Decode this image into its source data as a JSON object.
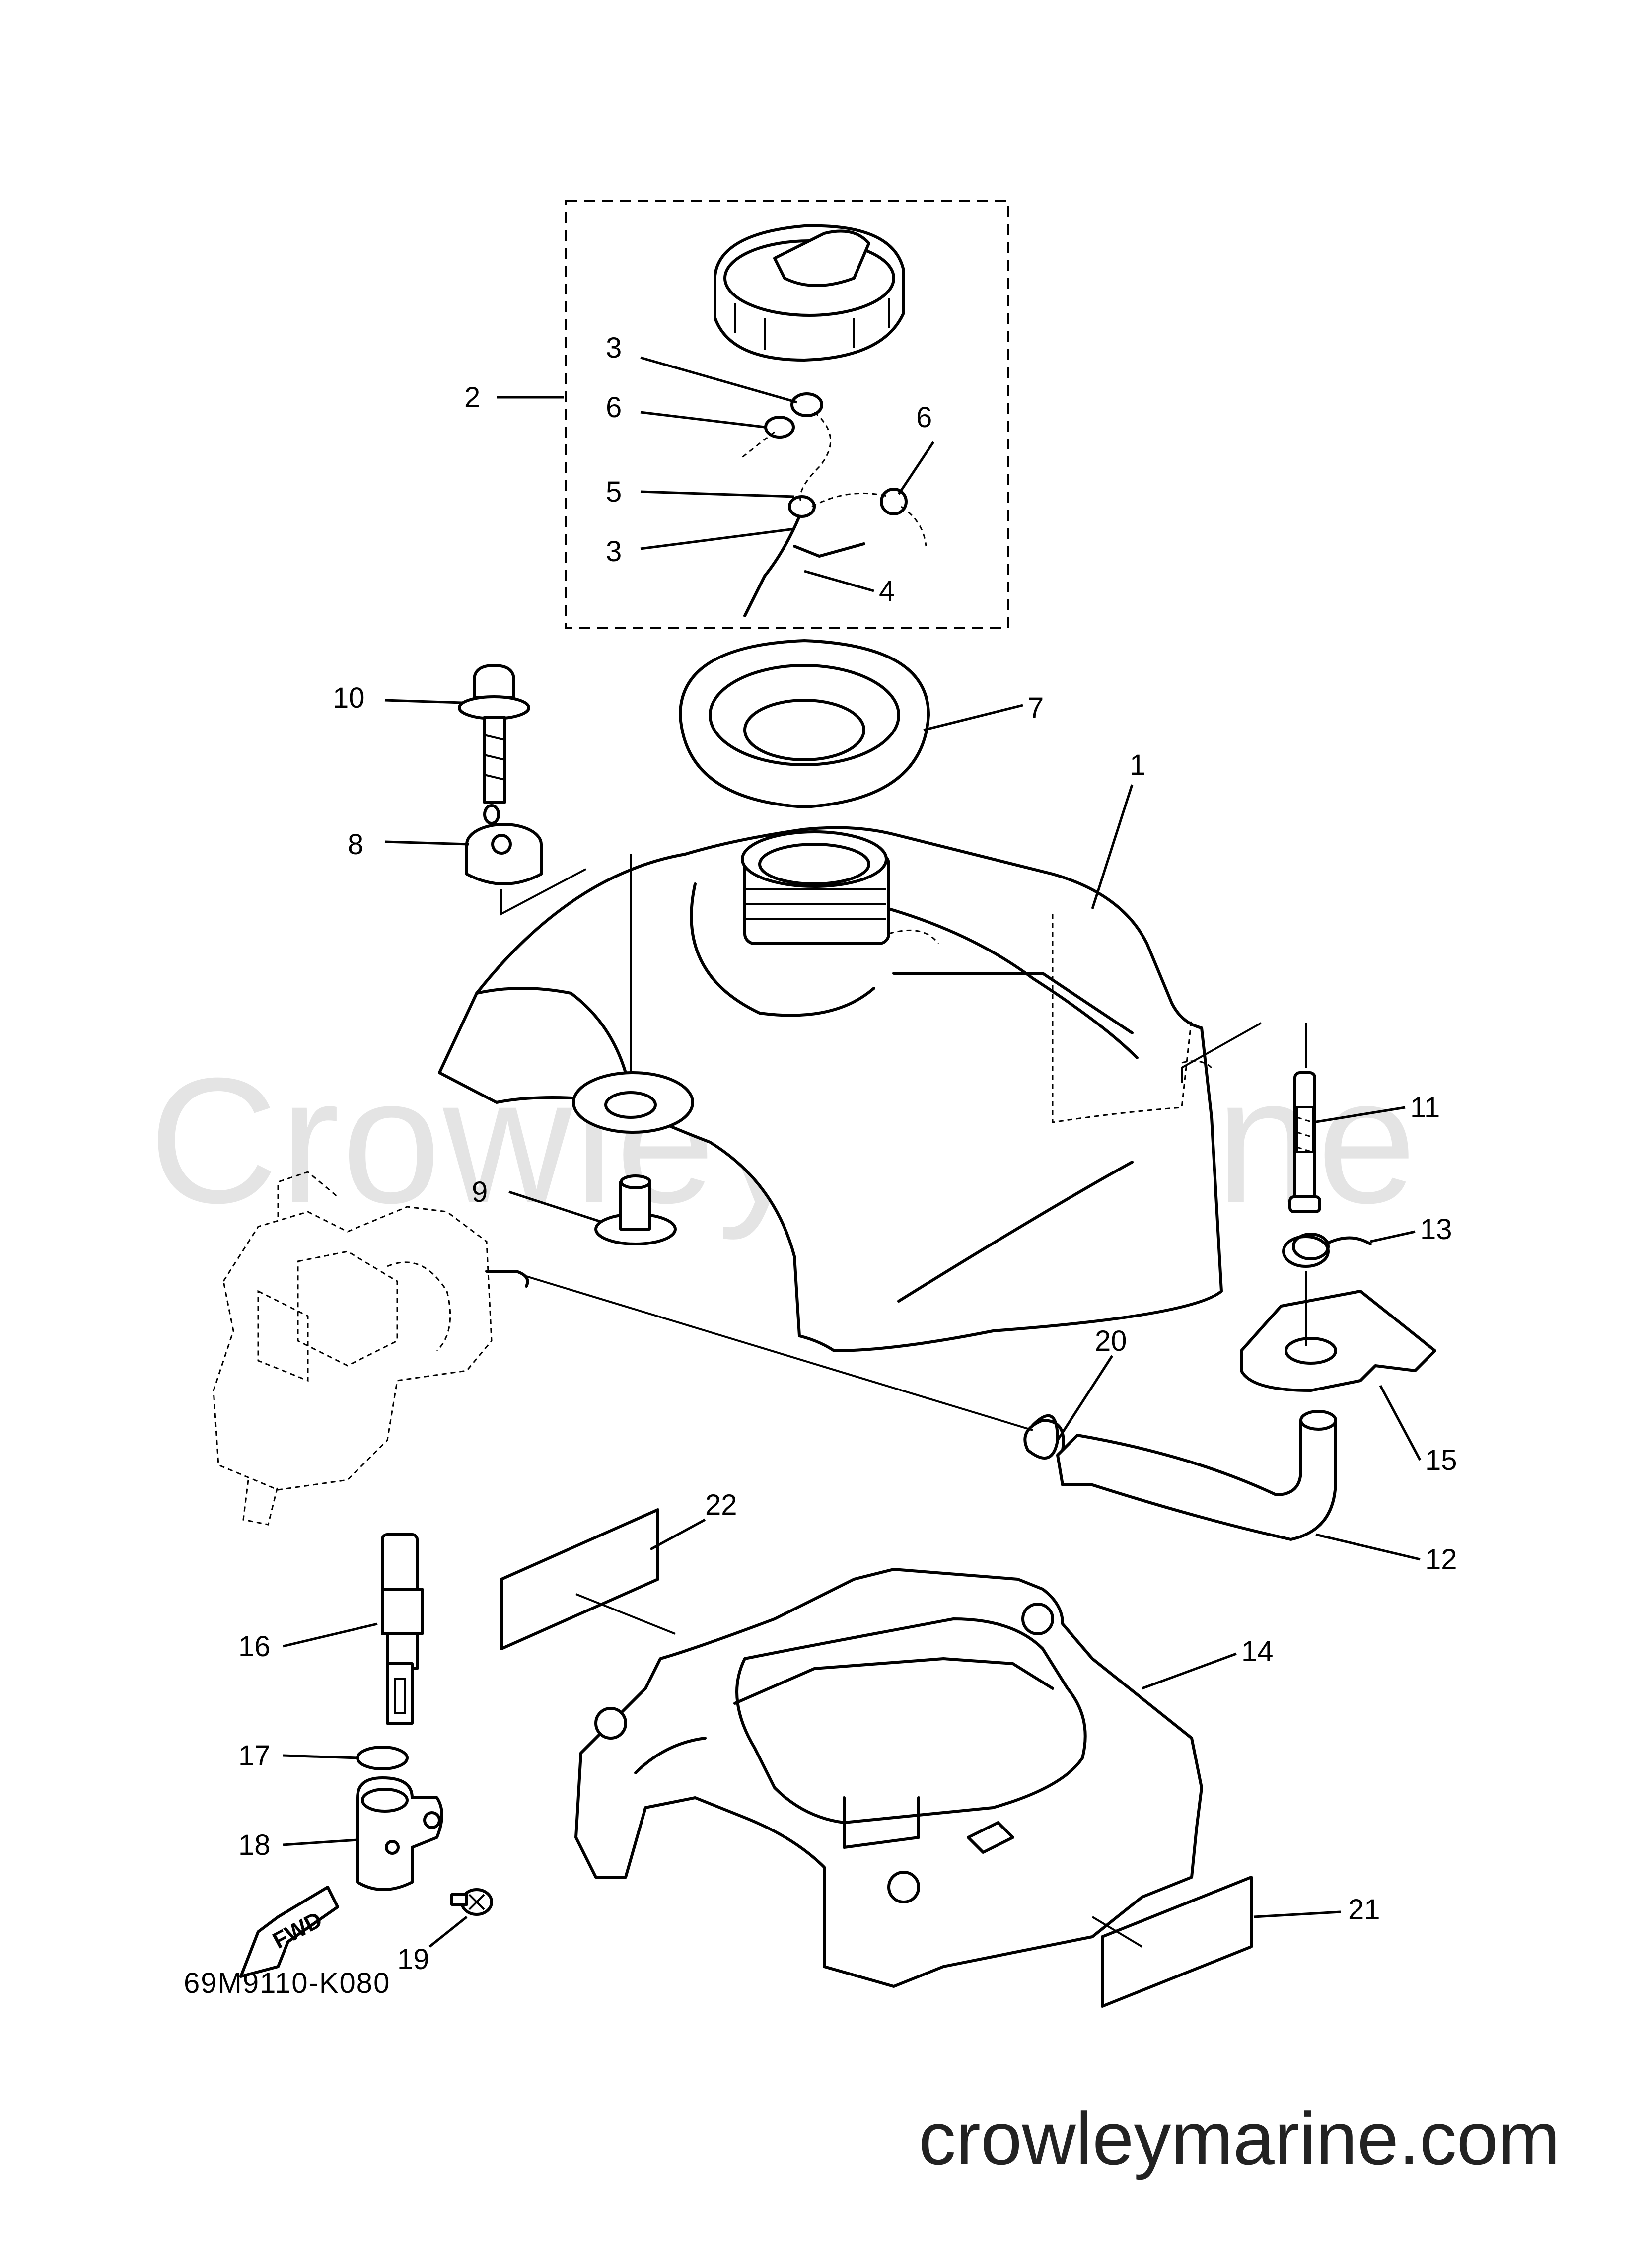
{
  "diagram": {
    "figure_code": "69M9110-K080",
    "watermark": "Crowley Marine",
    "footer_url": "crowleymarine.com",
    "fwd_label": "FWD",
    "callouts": [
      "1",
      "2",
      "3",
      "3",
      "4",
      "5",
      "6",
      "6",
      "7",
      "8",
      "9",
      "10",
      "11",
      "12",
      "13",
      "14",
      "15",
      "16",
      "17",
      "18",
      "19",
      "20",
      "21",
      "22"
    ]
  }
}
